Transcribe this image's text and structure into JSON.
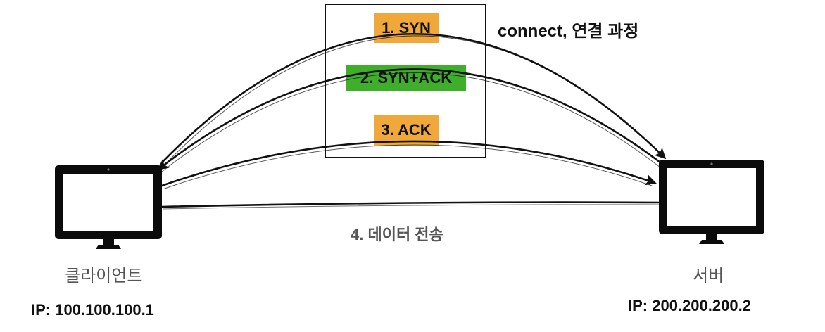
{
  "handshake": {
    "title": "connect, 연결 과정",
    "steps": [
      {
        "label": "1. SYN",
        "color": "#f0a83a"
      },
      {
        "label": "2. SYN+ACK",
        "color": "#3fae2a"
      },
      {
        "label": "3. ACK",
        "color": "#f0a83a"
      }
    ]
  },
  "data_transfer": {
    "label": "4. 데이터 전송"
  },
  "client": {
    "name": "클라이언트",
    "ip": "IP: 100.100.100.1",
    "icon": "monitor-icon"
  },
  "server": {
    "name": "서버",
    "ip": "IP: 200.200.200.2",
    "icon": "monitor-icon"
  }
}
